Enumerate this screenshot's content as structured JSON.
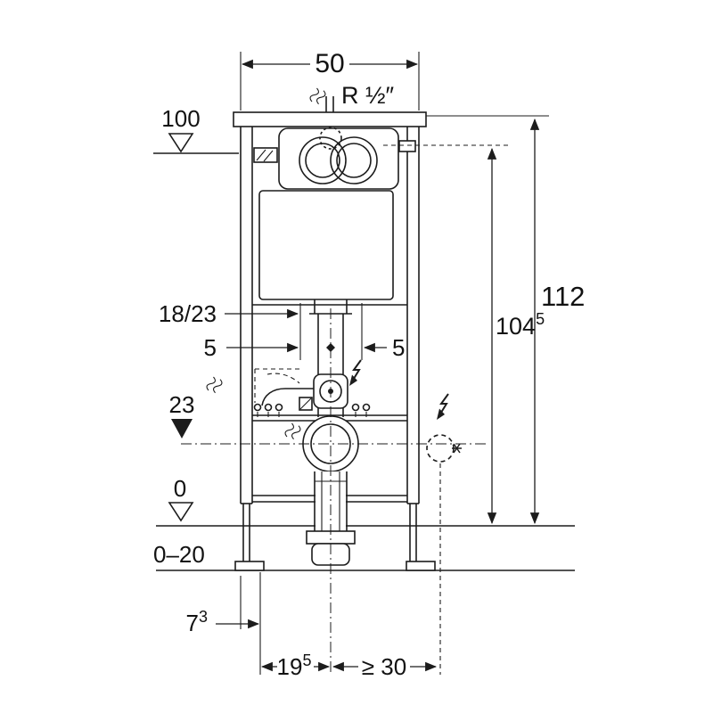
{
  "dimensions": {
    "frame_width": "50",
    "water_connection": "R ½″",
    "total_height": "112",
    "actuator_height": {
      "value": "104",
      "sup": "5"
    },
    "bracket_depth": "18/23",
    "offset_left": "5",
    "offset_right": "5",
    "supply_offset": {
      "value": "7",
      "sup": "3"
    },
    "outlet_offset": {
      "value": "19",
      "sup": "5"
    },
    "outlet_side_min": "≥ 30"
  },
  "levels": {
    "top_reference": "100",
    "outlet_reference": "23",
    "floor_reference": "0",
    "floor_finish_range": "0–20"
  },
  "icons": {
    "water_symbol": "wavy-lines",
    "electric_symbol": "lightning-arrow"
  },
  "colors": {
    "line": "#1c1c1c",
    "background": "#ffffff"
  }
}
